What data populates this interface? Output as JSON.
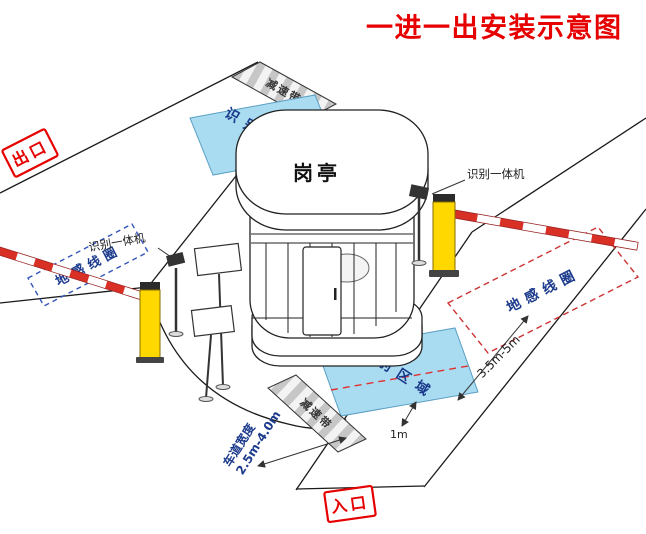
{
  "title": "一进一出安装示意图",
  "colors": {
    "title": "#e60000",
    "gate_sign": "#e60000",
    "area_fill": "#a9dcf1",
    "area_stroke": "#5b9fc4",
    "coil_left_stroke": "#3355bb",
    "coil_right_stroke": "#cc3333",
    "coil_text": "#1b3a8c",
    "barrier_red": "#d93025",
    "post_yellow": "#ffd800"
  },
  "booth": {
    "label": "岗亭"
  },
  "gates": {
    "exit": "出口",
    "entrance": "入口"
  },
  "areas": {
    "recognition_top": "识别区域",
    "recognition_bottom": "识别区域",
    "coil_left": "地感线圈",
    "coil_right": "地感线圈"
  },
  "devices": {
    "recognizer_left": "识别一体机",
    "recognizer_right": "识别一体机"
  },
  "speed_bumps": {
    "top": "减速带",
    "bottom": "减速带"
  },
  "dimensions": {
    "coil_distance": "3.5m-5m",
    "stop_line": "1m",
    "lane_width_label": "车道宽度",
    "lane_width_value": "2.5m-4.0m"
  }
}
